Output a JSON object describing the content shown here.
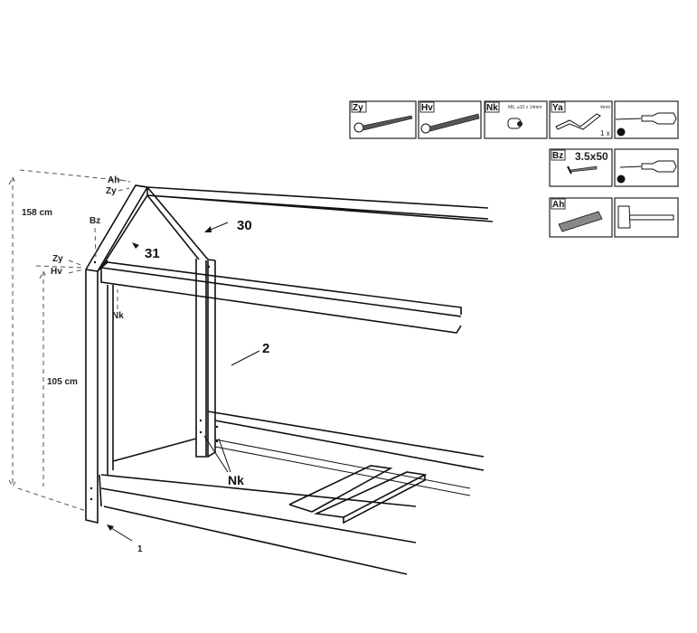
{
  "hardware": {
    "zy": {
      "code": "Zy"
    },
    "hv": {
      "code": "Hv"
    },
    "nk": {
      "code": "Nk",
      "spec": "M6, ⌀10 x 14mm"
    },
    "ya": {
      "code": "Ya",
      "spec": "4mm",
      "qty": "1 x"
    },
    "bz": {
      "code": "Bz",
      "spec": "3.5x50"
    },
    "ah": {
      "code": "Ah"
    }
  },
  "dimensions": {
    "total_height": "158 cm",
    "side_height": "105 cm"
  },
  "callouts": {
    "ah": "Ah",
    "zy_top": "Zy",
    "bz": "Bz",
    "zy_side": "Zy",
    "hv": "Hv",
    "nk_top": "Nk",
    "nk_bottom": "Nk",
    "part_30": "30",
    "part_31": "31",
    "part_2": "2",
    "part_1": "1"
  }
}
